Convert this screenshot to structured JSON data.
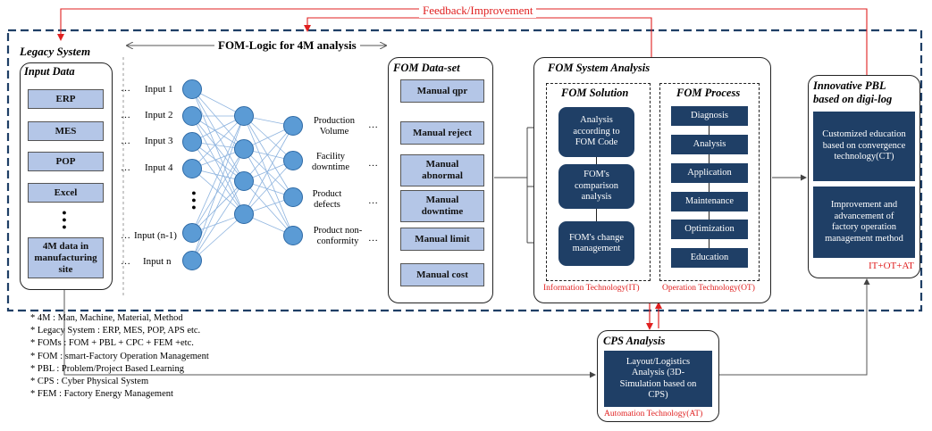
{
  "feedback_label": "Feedback/Improvement",
  "fom_logic_label": "FOM-Logic for 4M analysis",
  "legacy": {
    "title": "Legacy System",
    "input_title": "Input Data",
    "items": [
      "ERP",
      "MES",
      "POP",
      "Excel",
      "4M data in manufacturing site"
    ],
    "ellipsis": "●●●"
  },
  "network": {
    "inputs": [
      "Input 1",
      "Input 2",
      "Input 3",
      "Input 4",
      "Input (n-1)",
      "Input n"
    ],
    "outputs": [
      "Production Volume",
      "Facility downtime",
      "Product defects",
      "Product non-conformity"
    ],
    "dots": "…"
  },
  "dataset": {
    "title": "FOM Data-set",
    "items": [
      "Manual qpr",
      "Manual reject",
      "Manual abnormal",
      "Manual downtime",
      "Manual limit",
      "Manual cost"
    ]
  },
  "analysis": {
    "title": "FOM  System Analysis",
    "solution": {
      "title": "FOM Solution",
      "items": [
        "Analysis according to FOM Code",
        "FOM's comparison analysis",
        "FOM's change management"
      ],
      "footer": "Information Technology(IT)"
    },
    "process": {
      "title": "FOM  Process",
      "items": [
        "Diagnosis",
        "Analysis",
        "Application",
        "Maintenance",
        "Optimization",
        "Education"
      ],
      "footer": "Operation Technology(OT)"
    }
  },
  "pbl": {
    "title_line1": "Innovative PBL",
    "title_line2": "based on digi-log",
    "items": [
      "Customized education based on convergence technology(CT)",
      "Improvement and advancement of factory operation management method"
    ],
    "footer": "IT+OT+AT"
  },
  "cps": {
    "title": "CPS Analysis",
    "box": "Layout/Logistics Analysis (3D-Simulation based on CPS)",
    "footer": "Automation Technology(AT)"
  },
  "notes": [
    "* 4M : Man, Machine, Material, Method",
    "* Legacy System : ERP, MES, POP, APS etc.",
    "* FOMs : FOM + PBL + CPC + FEM +etc.",
    "* FOM : smart-Factory Operation Management",
    "* PBL : Problem/Project Based Learning",
    "* CPS : Cyber Physical System",
    "* FEM : Factory Energy Management"
  ],
  "colors": {
    "accent_blue": "#1f3f66",
    "light_blue": "#b4c6e7",
    "node_blue": "#5b9bd5",
    "red": "#e02020"
  }
}
